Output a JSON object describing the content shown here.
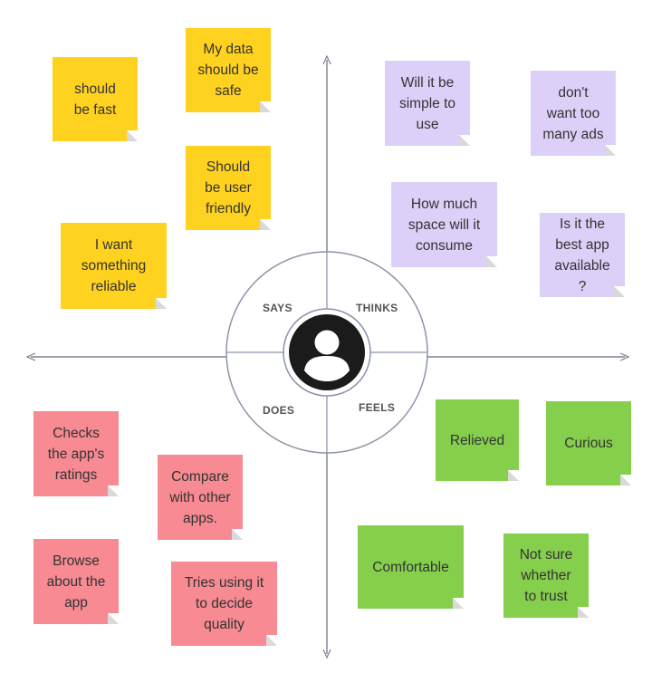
{
  "colors": {
    "says": "#FFD21F",
    "thinks": "#DCD0F8",
    "does": "#F78A92",
    "feels": "#85CF4D",
    "axis": "#7A8090",
    "ring": "#8A93A8",
    "icon": "#1b1b1b"
  },
  "quadrants": {
    "says": "SAYS",
    "thinks": "THINKS",
    "does": "DOES",
    "feels": "FEELS"
  },
  "notes": {
    "says": [
      "should\nbe fast",
      "My data\nshould be\nsafe",
      "Should\nbe user\nfriendly",
      "I want\nsomething\nreliable"
    ],
    "thinks": [
      "Will it be\nsimple to\nuse",
      "don't\nwant too\nmany ads",
      "How much\nspace will it\nconsume",
      "Is it the\nbest app\navailable\n?"
    ],
    "does": [
      "Checks\nthe app's\nratings",
      "Compare\nwith other\napps.",
      "Browse\nabout the\napp",
      "Tries using it\nto decide\nquality"
    ],
    "feels": [
      "Relieved",
      "Curious",
      "Comfortable",
      "Not sure\nwhether\nto trust"
    ]
  },
  "icons": {
    "center": "user-avatar-icon"
  }
}
